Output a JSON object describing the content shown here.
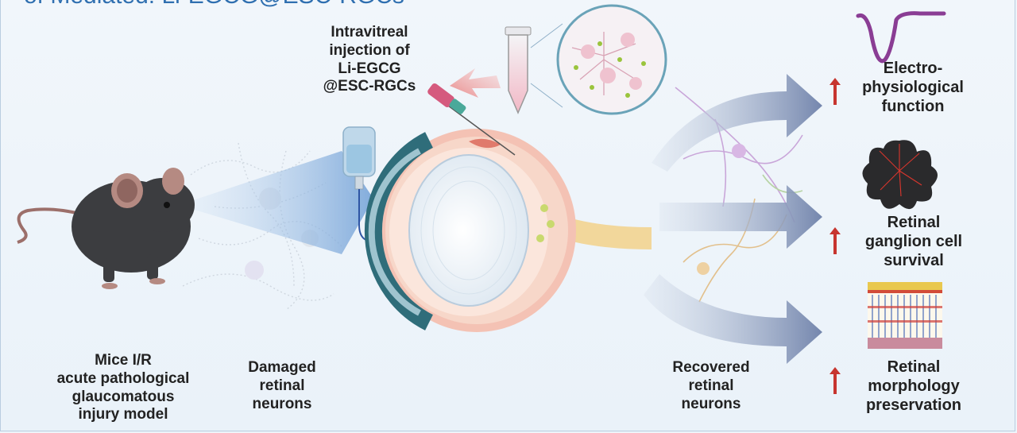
{
  "header": {
    "title": "of Mediated: Li-EGCG@ESC-RGCs"
  },
  "labels": {
    "mice_model": [
      "Mice I/R",
      "acute pathological",
      "glaucomatous",
      "injury model"
    ],
    "damaged": [
      "Damaged",
      "retinal",
      "neurons"
    ],
    "recovered": [
      "Recovered",
      "retinal",
      "neurons"
    ],
    "injection": [
      "Intravitreal",
      "injection of",
      "Li-EGCG",
      "@ESC-RGCs"
    ]
  },
  "outcomes": [
    {
      "lines": [
        "Electro-",
        "physiological",
        "function"
      ],
      "icon": "wave-icon"
    },
    {
      "lines": [
        "Retinal",
        "ganglion cell",
        "survival"
      ],
      "icon": "flatmount-retina-icon"
    },
    {
      "lines": [
        "Retinal",
        "morphology",
        "preservation"
      ],
      "icon": "retinal-layers-icon"
    }
  ],
  "colors": {
    "arrow_blue": "#7d8fb5",
    "increase_red": "#c7352f",
    "wave_purple": "#8a3d94",
    "mouse": "#3c3d40",
    "eye_pink": "#f4c2b4"
  }
}
